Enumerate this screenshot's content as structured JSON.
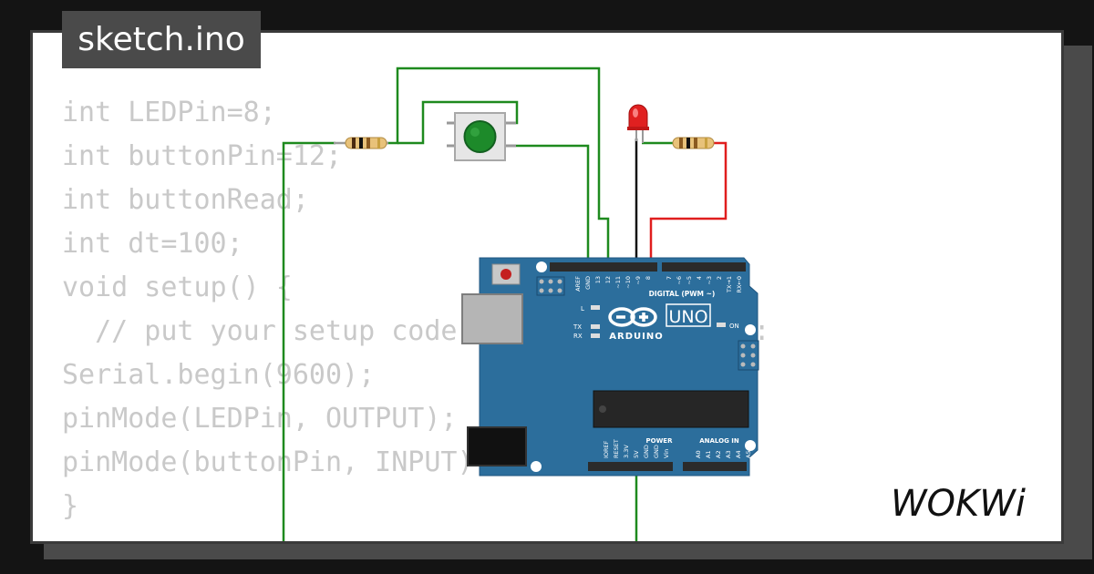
{
  "tab": {
    "label": "sketch.ino"
  },
  "code_lines": [
    "int LEDPin=8;",
    "int buttonPin=12;",
    "int buttonRead;",
    "int dt=100;",
    "void setup() {",
    "  // put your setup code here, to run once:",
    "Serial.begin(9600);",
    "pinMode(LEDPin, OUTPUT);",
    "pinMode(buttonPin, INPUT);",
    "}"
  ],
  "board": {
    "model": "UNO",
    "brand": "ARDUINO",
    "digital_header_label": "DIGITAL (PWM ~)",
    "power_header_label": "POWER",
    "analog_header_label": "ANALOG IN",
    "digital_pins": [
      "AREF",
      "GND",
      "13",
      "12",
      "~11",
      "~10",
      "~9",
      "8",
      "7",
      "~6",
      "~5",
      "4",
      "~3",
      "2",
      "TX→1",
      "RX←0"
    ],
    "power_pins": [
      "IOREF",
      "RESET",
      "3.3V",
      "5V",
      "GND",
      "GND",
      "Vin"
    ],
    "analog_pins": [
      "A0",
      "A1",
      "A2",
      "A3",
      "A4",
      "A5"
    ],
    "leds": {
      "l": "L",
      "tx": "TX",
      "rx": "RX",
      "on": "ON"
    }
  },
  "brand": {
    "logo_text": "WOKWi"
  },
  "colors": {
    "background": "#141414",
    "card": "#ffffff",
    "tab": "#4a4a4a",
    "code_text": "#c9c9c9",
    "board": "#2c6e9c",
    "wire_green": "#1e8a1e",
    "wire_red": "#e01e1e",
    "wire_black": "#111111",
    "led": "#e02020"
  }
}
